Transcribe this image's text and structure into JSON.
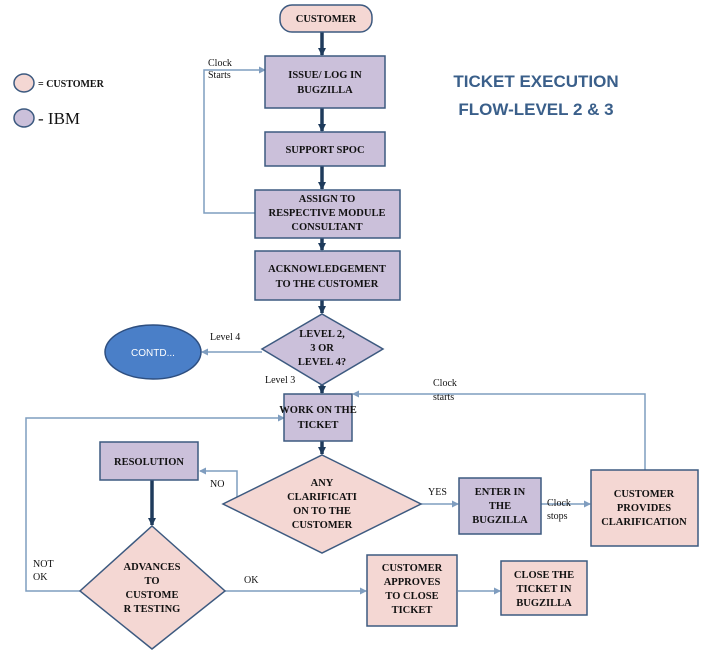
{
  "title": {
    "line1": "TICKET  EXECUTION",
    "line2": "FLOW-LEVEL 2 & 3"
  },
  "legend": {
    "customer_label": "= CUSTOMER",
    "ibm_label": "-  IBM"
  },
  "colors": {
    "customer_fill": "#f4d7d3",
    "ibm_fill": "#cbc0da",
    "contd_fill": "#4a7fc8",
    "title_color": "#3a5f8a"
  },
  "nodes": {
    "customer": "CUSTOMER",
    "issue": [
      "ISSUE/ LOG IN",
      "BUGZILLA"
    ],
    "support": "SUPPORT SPOC",
    "assign": [
      "ASSIGN TO",
      "RESPECTIVE MODULE",
      "CONSULTANT"
    ],
    "ack": [
      "ACKNOWLEDGEMENT",
      "TO THE CUSTOMER"
    ],
    "level": [
      "LEVEL 2,",
      "3 OR",
      "LEVEL 4?"
    ],
    "contd": "CONTD...",
    "work": [
      "WORK ON THE",
      "TICKET"
    ],
    "resolution": "RESOLUTION",
    "clarify": [
      "ANY",
      "CLARIFICATI",
      "ON TO THE",
      "CUSTOMER"
    ],
    "enter": [
      "ENTER  IN",
      "THE",
      "BUGZILLA"
    ],
    "cust_clar": [
      "CUSTOMER",
      "PROVIDES",
      "CLARIFICATION"
    ],
    "advances": [
      "ADVANCES",
      "TO",
      "CUSTOME",
      "R TESTING"
    ],
    "approves": [
      "CUSTOMER",
      "APPROVES",
      "TO CLOSE",
      "TICKET"
    ],
    "close": [
      "CLOSE THE",
      "TICKET IN",
      "BUGZILLA"
    ]
  },
  "labels": {
    "clock_starts_1": [
      "Clock",
      "Starts"
    ],
    "level4": "Level 4",
    "level3": "Level 3",
    "clock_starts_2": [
      "Clock",
      "starts"
    ],
    "no": "NO",
    "yes": "YES",
    "clock_stops": [
      "Clock",
      "stops"
    ],
    "not_ok": [
      "NOT",
      "OK"
    ],
    "ok": "OK"
  }
}
